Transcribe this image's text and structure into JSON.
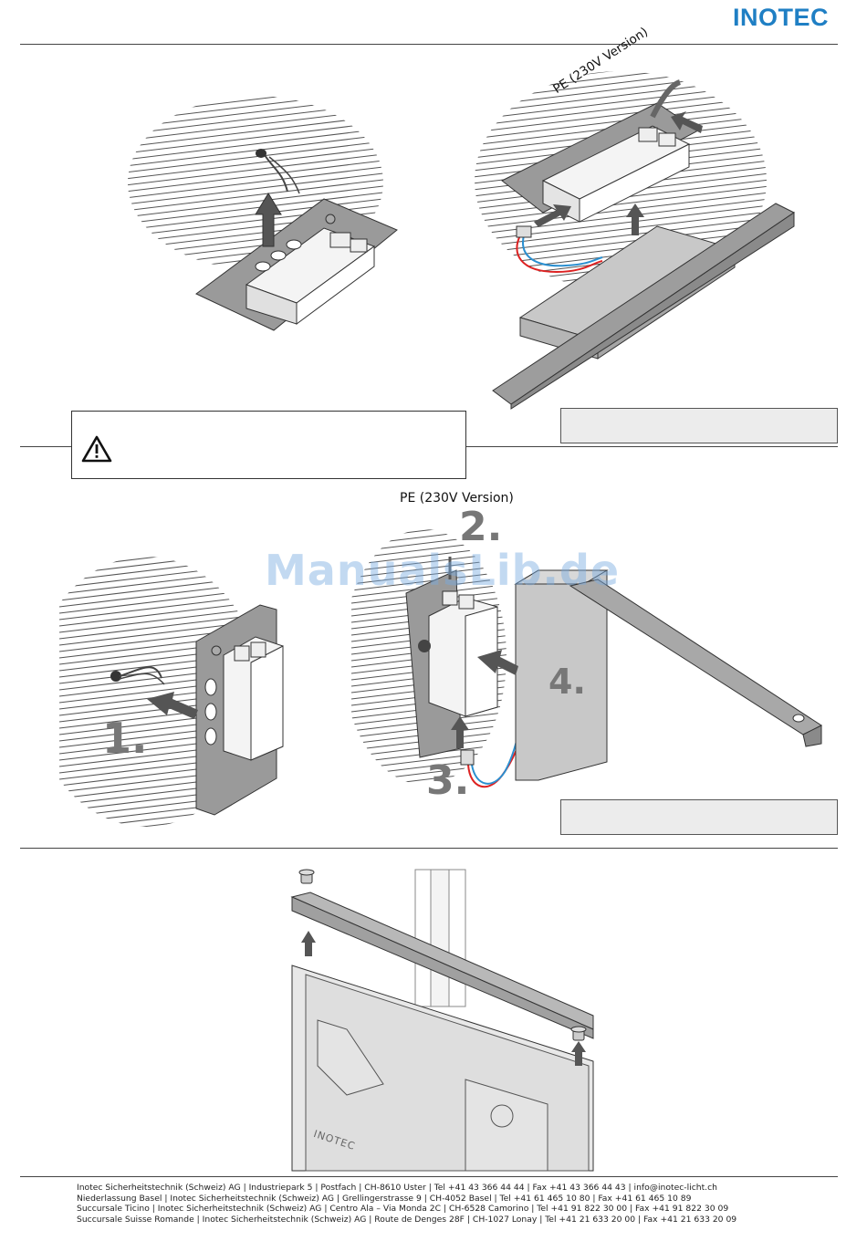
{
  "brand": {
    "logo_text": "INOTEC",
    "color": "#1f7fc4"
  },
  "figure1": {
    "pe_label": "PE (230V Version)"
  },
  "figure2": {
    "pe_label": "PE (230V Version)",
    "steps": [
      "1.",
      "2.",
      "3.",
      "4."
    ]
  },
  "figure3": {
    "sign_text": "INOTEC"
  },
  "warning": {
    "icon": "warning-triangle-icon"
  },
  "watermark": {
    "text": "ManualsLib.de"
  },
  "footer": {
    "lines": [
      "Inotec Sicherheitstechnik (Schweiz) AG | Industriepark 5 | Postfach | CH-8610 Uster | Tel +41 43 366 44 44 | Fax +41 43 366 44 43 | info@inotec-licht.ch",
      "Niederlassung Basel | Inotec Sicherheitstechnik (Schweiz) AG | Grellingerstrasse 9 | CH-4052 Basel | Tel +41 61 465 10 80 | Fax +41 61 465 10 89",
      "Succursale Ticino | Inotec Sicherheitstechnik (Schweiz) AG | Centro Ala – Via Monda 2C | CH-6528 Camorino | Tel +41 91 822 30 00 | Fax +41 91 822 30 09",
      "Succursale Suisse Romande | Inotec Sicherheitstechnik (Schweiz) AG | Route de Denges 28F | CH-1027 Lonay | Tel +41 21 633 20 00 | Fax +41 21 633 20 09"
    ]
  }
}
